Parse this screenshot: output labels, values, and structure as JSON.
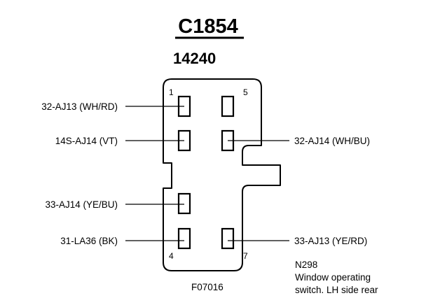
{
  "connector": {
    "id": "C1854",
    "part_number": "14240"
  },
  "pin_numbers": {
    "top_left": "1",
    "top_right": "5",
    "bottom_left": "4",
    "bottom_right": "7"
  },
  "wires": {
    "w1": "32-AJ13 (WH/RD)",
    "w2": "14S-AJ14 (VT)",
    "w3": "33-AJ14 (YE/BU)",
    "w4": "31-LA36 (BK)",
    "w5": "32-AJ14 (WH/BU)",
    "w6": "33-AJ13 (YE/RD)"
  },
  "component": {
    "code": "N298",
    "description_line1": "Window operating",
    "description_line2": "switch. LH side rear"
  },
  "figure_code": "F07016"
}
